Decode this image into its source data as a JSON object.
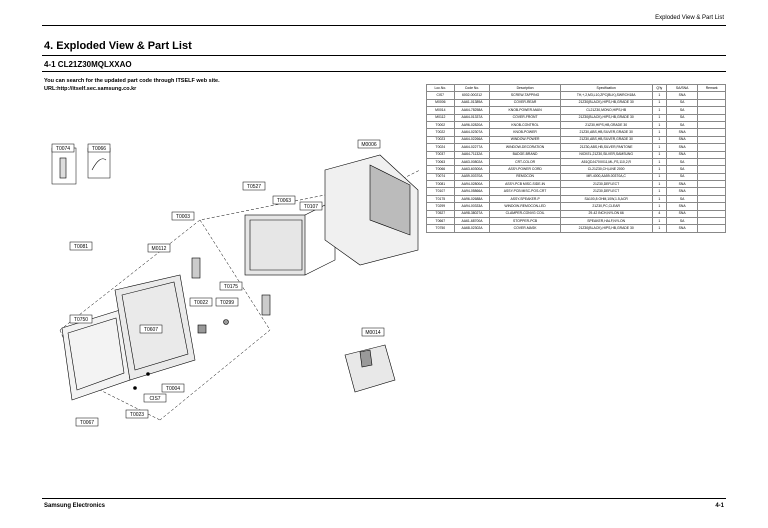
{
  "header": {
    "right": "Exploded View & Part List"
  },
  "title": "4. Exploded View & Part List",
  "subtitle": "4-1 CL21Z30MQLXXAO",
  "notes": [
    "You can search  for the updated part code through  ITSELF web site.",
    "URL:http://itself.sec.samsung.co.kr"
  ],
  "table": {
    "headers": [
      "Loc.No.",
      "Code No.",
      "Description",
      "Specification",
      "Q'ty",
      "SA/SNA",
      "Remark"
    ],
    "rows": [
      [
        "CIS7",
        "6002-000212",
        "SCREW-TAPPING",
        "TH,+,2,M3,L10,ZPC(BLK),SWRCH18A",
        "1",
        "SNA",
        ""
      ],
      [
        "M0006",
        "AA61-01389A",
        "COVER-REAR",
        "21Z30(BLACK),HIPS,HB,GRADE 30",
        "1",
        "SA",
        ""
      ],
      [
        "M0014",
        "AA64-78258A",
        "KNOB-POWER-MAIN",
        "CL21Z30,MONO,HIPS,HB",
        "1",
        "SA",
        ""
      ],
      [
        "M0112",
        "AA64-01337A",
        "COVER-FRONT",
        "21Z30(BLACK),HIPS,HB,GRADE 30",
        "1",
        "SA",
        ""
      ],
      [
        "T0002",
        "AA96-02820A",
        "KNOB-CONTROL",
        "21Z30,HIPS,HB,GRADE 30",
        "1",
        "SA",
        ""
      ],
      [
        "T0022",
        "AA64-02307A",
        "KNOB-POWER",
        "21Z30,ABS,HB,SILVER,GRADE 30",
        "1",
        "SNA",
        ""
      ],
      [
        "T0023",
        "AA64-02266A",
        "WINDOW-POWER",
        "21Z30,ABS,HB,SILVER,GRADE 30",
        "1",
        "SNA",
        ""
      ],
      [
        "T0024",
        "AA64-02277A",
        "WINDOW-DECORATION",
        "21Z30,ABS,HB,SILVER,PANTONE",
        "1",
        "SNA",
        ""
      ],
      [
        "T0037",
        "AA64-71132A",
        "BADGE-BRAND",
        "NICKEL,21Z30,SILVER,SAMSUNG",
        "1",
        "SNA",
        ""
      ],
      [
        "T0063",
        "AA63-00802A",
        "CRT-COLOR",
        "A51QDJ470X011,ML,FS,110,2,R",
        "1",
        "SA",
        ""
      ],
      [
        "T0066",
        "AA63-60300A",
        "ASSY-POWER CORD",
        "CL21Z30,CH,LINE 2000",
        "1",
        "SA",
        ""
      ],
      [
        "T0074",
        "AA59-00370A",
        "REMOCON",
        "MR-4000,AA59-00370A,C",
        "1",
        "SA",
        ""
      ],
      [
        "T0081",
        "AA94-02800A",
        "ASSY-PCB MISC-SIDE-IN",
        "21Z30,DEFLECT",
        "1",
        "SNA",
        ""
      ],
      [
        "T0107",
        "AA94-05866A",
        "ASSY-PCB MISC-POS-CRT",
        "21Z30,DEFLECT",
        "1",
        "SNA",
        ""
      ],
      [
        "T0175",
        "AA96-02688A",
        "ASSY-SPEAKER-P",
        "SA100,8 OHM,10W,1.5,ACR",
        "1",
        "SA",
        ""
      ],
      [
        "T0299",
        "AA94-00333A",
        "WINDOW-REMOCON-LED",
        "21Z30,PC,CLEAR",
        "1",
        "SNA",
        ""
      ],
      [
        "T0527",
        "AA98-38027A",
        "CLAMPER-CONVG COIL",
        "29-42 INCH,NYLON 66",
        "4",
        "SNA",
        ""
      ],
      [
        "T0667",
        "AA61-68700A",
        "STOPPER-PCB",
        "SPEAKER,HALF,NYLON",
        "1",
        "SA",
        ""
      ],
      [
        "T0750",
        "AA68-02302A",
        "COVER-MASK",
        "21Z30(BLACK),HIPS,HB,GRADE 30",
        "1",
        "SNA",
        ""
      ]
    ]
  },
  "diagram": {
    "labels": [
      "T0074",
      "T0066",
      "T0003",
      "T0081",
      "M0112",
      "T0750",
      "T0607",
      "T0004",
      "CIS7",
      "T0023",
      "T0067",
      "T0527",
      "T0063",
      "T0107",
      "M0006",
      "T0022",
      "T0299",
      "T0175",
      "M0014"
    ]
  },
  "footer": {
    "left": "Samsung Electronics",
    "right": "4-1"
  }
}
